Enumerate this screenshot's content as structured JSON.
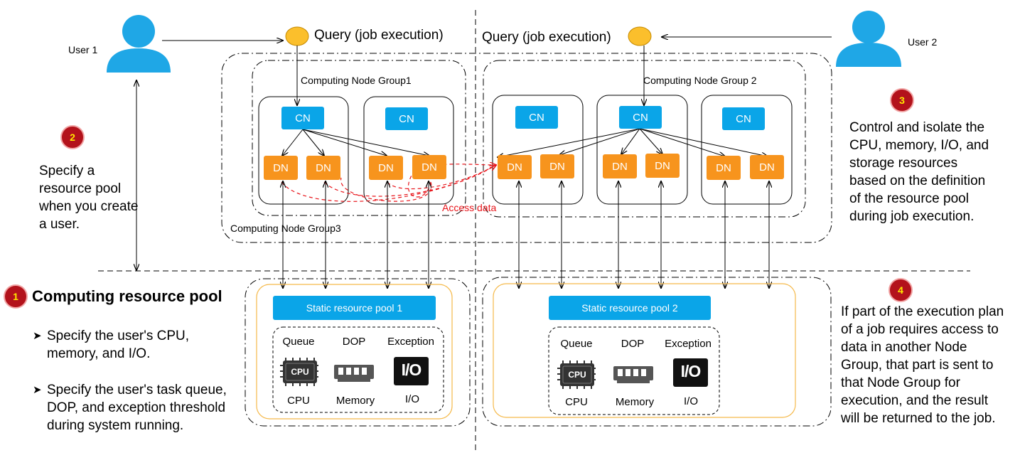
{
  "users": {
    "user1": "User 1",
    "user2": "User 2"
  },
  "queries": {
    "left": "Query (job execution)",
    "right": "Query (job execution)"
  },
  "groups": {
    "group1": "Computing Node Group1",
    "group2": "Computing Node Group 2",
    "group3": "Computing Node Group3"
  },
  "nodes": {
    "cn": "CN",
    "dn": "DN"
  },
  "access_data": "Access data",
  "steps": {
    "s1": {
      "number": "1",
      "title": "Computing resource pool",
      "bullets": [
        "Specify the user's CPU, memory, and I/O.",
        "Specify the user's task queue, DOP, and exception threshold during system running."
      ]
    },
    "s2": {
      "number": "2",
      "text": "Specify a resource pool when you create a user."
    },
    "s3": {
      "number": "3",
      "text": "Control and isolate the CPU, memory, I/O, and storage resources based on the definition of the resource pool during job execution."
    },
    "s4": {
      "number": "4",
      "text": "If part of the execution plan of a job requires access to data in another Node Group, that part is sent to that Node Group for execution, and the result will be returned to the job."
    }
  },
  "pools": {
    "pool1": {
      "title": "Static resource pool 1",
      "labels": {
        "queue": "Queue",
        "dop": "DOP",
        "exception": "Exception",
        "cpu": "CPU",
        "memory": "Memory",
        "io": "I/O"
      },
      "icons": {
        "cpu": "CPU",
        "io": "I/O"
      }
    },
    "pool2": {
      "title": "Static resource pool 2",
      "labels": {
        "queue": "Queue",
        "dop": "DOP",
        "exception": "Exception",
        "cpu": "CPU",
        "memory": "Memory",
        "io": "I/O"
      },
      "icons": {
        "cpu": "CPU",
        "io": "I/O"
      }
    }
  },
  "colors": {
    "node_blue": "#0aa5e8",
    "node_orange": "#f7941d",
    "query_dot": "#fbbf2c",
    "badge_red": "#b3121b",
    "badge_text": "#ffe800",
    "user_blue": "#1fa7e6",
    "pool_border": "#f5b94a",
    "access_red": "#e8141a"
  }
}
